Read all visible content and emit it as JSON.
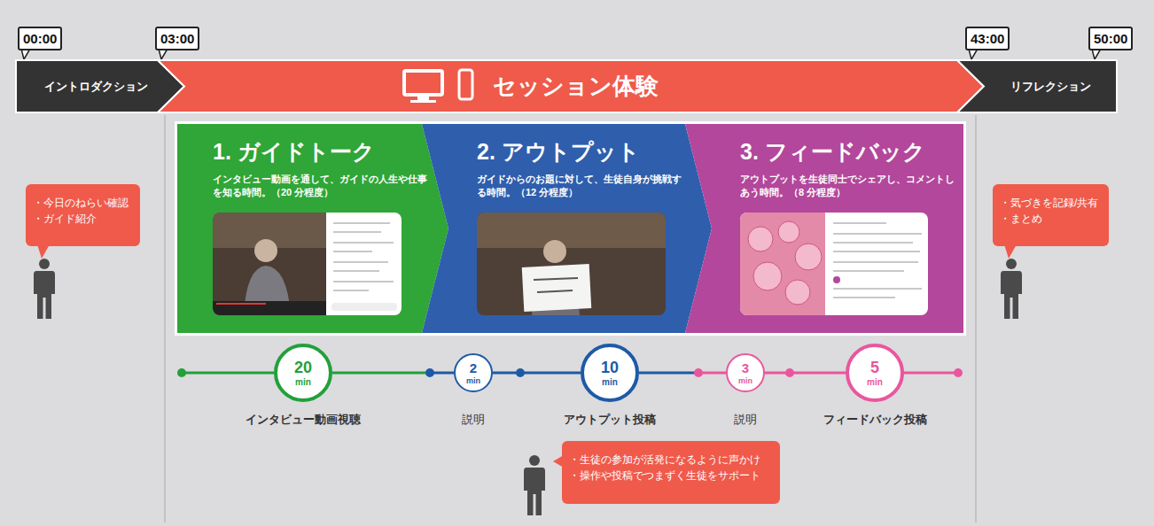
{
  "diagram": {
    "nodes": [
      {
        "text": [
          "00:00"
        ]
      },
      {
        "text": [
          "03:00"
        ]
      },
      {
        "text": [
          "43:00"
        ]
      },
      {
        "text": [
          "50:00"
        ]
      },
      {
        "text": [
          "イントロダクション"
        ]
      },
      {
        "text": [
          "セッション体験"
        ]
      },
      {
        "text": [
          "リフレクション"
        ]
      },
      {
        "text": [
          "1. ガイドトーク",
          "インタビュー動画を通して、ガイドの人生や仕事を知る時間。（20 分程度）"
        ]
      },
      {
        "text": [
          "2. アウトプット",
          "ガイドからのお題に対して、生徒自身が挑戦する時間。（12 分程度）"
        ]
      },
      {
        "text": [
          "3. フィードバック",
          "アウトプットを生徒同士でシェアし、コメントしあう時間。（8 分程度）"
        ]
      },
      {
        "text": [
          "・今日のねらい確認",
          "・ガイド紹介"
        ]
      },
      {
        "text": [
          "・気づきを記録/共有",
          "・まとめ"
        ]
      },
      {
        "text": [
          "20",
          "min"
        ]
      },
      {
        "text": [
          "2",
          "min"
        ]
      },
      {
        "text": [
          "10",
          "min"
        ]
      },
      {
        "text": [
          "3",
          "min"
        ]
      },
      {
        "text": [
          "5",
          "min"
        ]
      },
      {
        "text": [
          "・生徒の参加が活発になるように声かけ",
          "・操作や投稿でつまずく生徒をサポート"
        ]
      }
    ],
    "edges": [
      {
        "from": 12,
        "to": 13,
        "arrow": "none"
      },
      {
        "from": 13,
        "to": 14,
        "arrow": "none"
      },
      {
        "from": 14,
        "to": 15,
        "arrow": "none"
      },
      {
        "from": 15,
        "to": 16,
        "arrow": "none"
      }
    ],
    "labels": [
      "インタビュー動画視聴",
      "説明",
      "アウトプット投稿",
      "説明",
      "フィードバック投稿"
    ]
  }
}
